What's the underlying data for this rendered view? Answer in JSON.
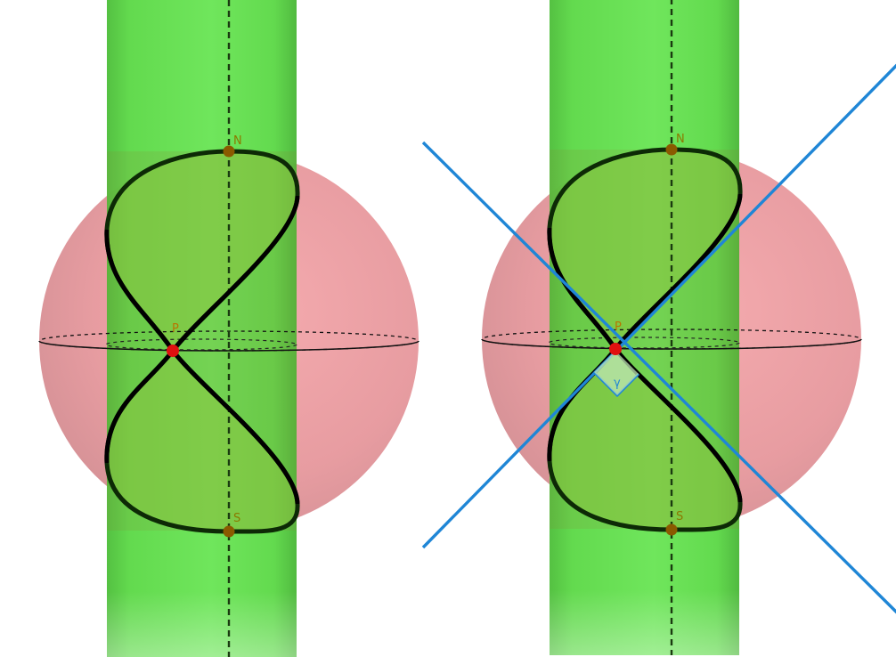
{
  "colors": {
    "background": "#ffffff",
    "sphere": "#e8949a",
    "cylinder": "#5fdc48",
    "curve": "#0d2a06",
    "curve_fill": "#8ac742",
    "point_pole": "#8a5a00",
    "point_p": "#e01010",
    "tangent": "#1f86d6",
    "axis": "#1a3a10"
  },
  "panels": [
    {
      "id": "left",
      "labels": {
        "north": "N",
        "south": "S",
        "point": "P"
      },
      "show_tangents": false
    },
    {
      "id": "right",
      "labels": {
        "north": "N",
        "south": "S",
        "point": "P",
        "angle": "γ"
      },
      "show_tangents": true
    }
  ]
}
